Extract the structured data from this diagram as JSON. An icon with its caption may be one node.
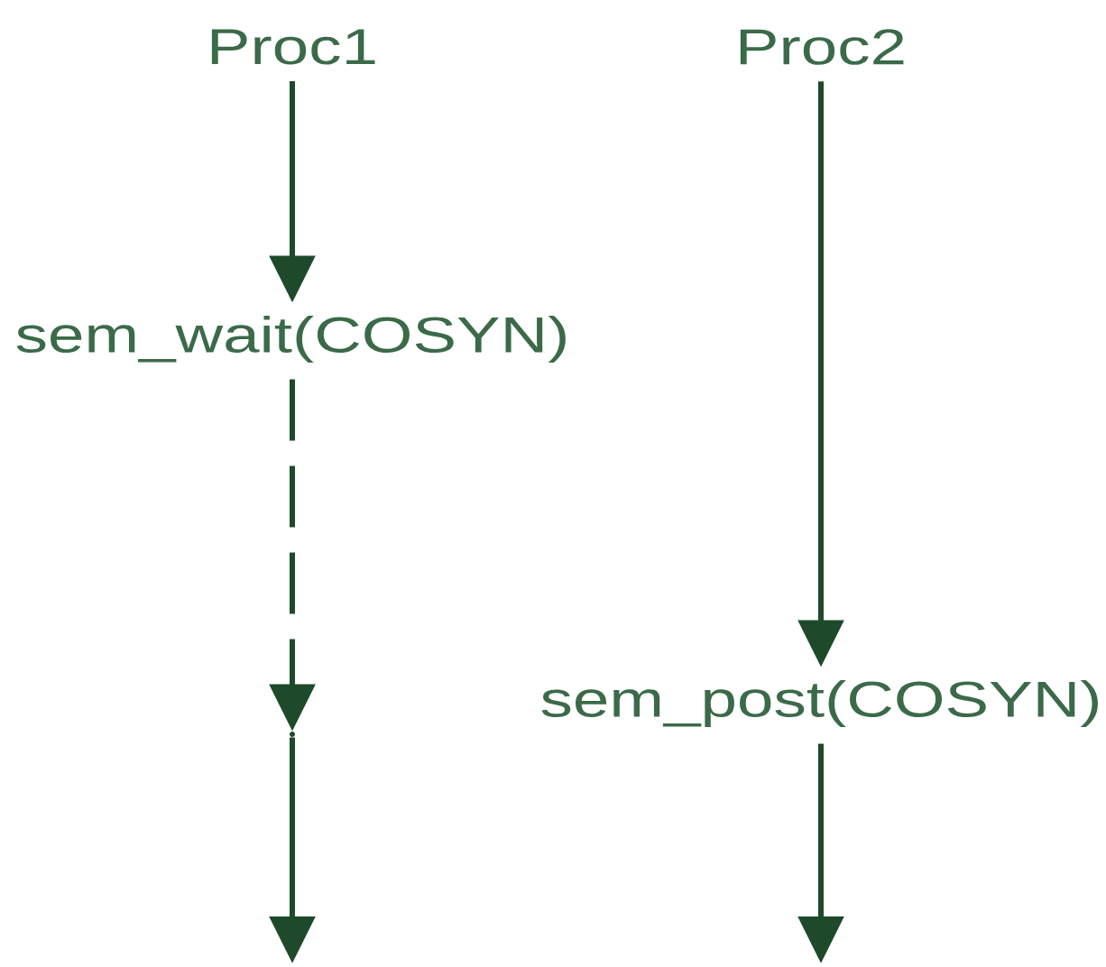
{
  "diagram": {
    "nodes": [
      {
        "text": [
          "Proc1"
        ]
      },
      {
        "text": [
          "sem_wait(COSYN)"
        ]
      },
      {
        "text": [
          "Proc2"
        ]
      },
      {
        "text": [
          "sem_post(COSYN)"
        ]
      },
      {
        "text": [],
        "shape": "point"
      }
    ],
    "edges": [
      {
        "from": 0,
        "to": 1,
        "arrow": "to"
      },
      {
        "from": 1,
        "to": 4,
        "arrow": "to",
        "style": "dashed"
      },
      {
        "from": 4,
        "to": null,
        "arrow": "to"
      },
      {
        "from": 2,
        "to": 3,
        "arrow": "to"
      },
      {
        "from": 3,
        "to": null,
        "arrow": "to"
      }
    ]
  }
}
